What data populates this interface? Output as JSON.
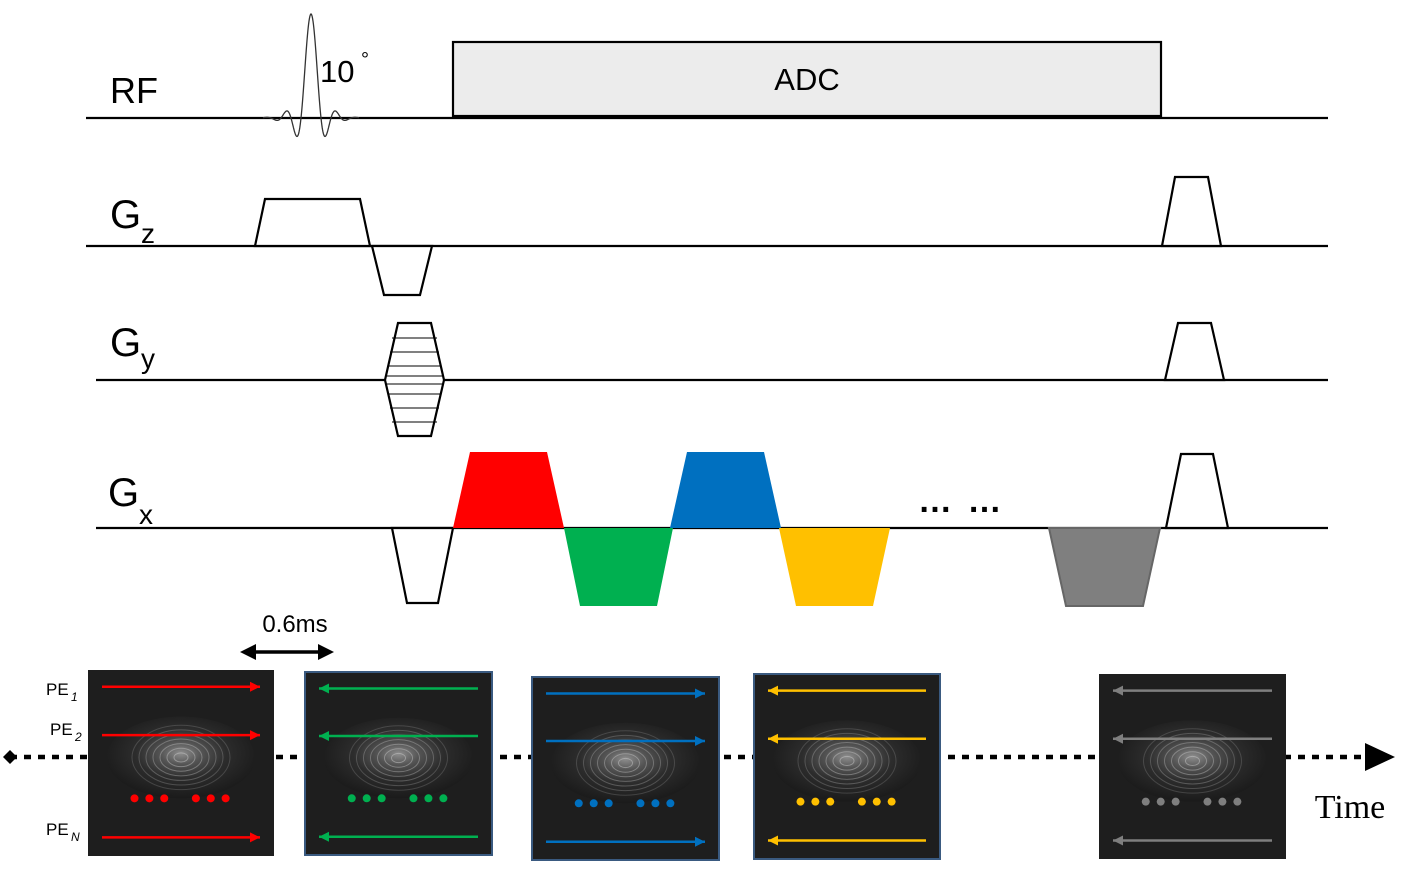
{
  "rows": {
    "rf": "RF",
    "gz": {
      "main": "G",
      "sub": "z"
    },
    "gy": {
      "main": "G",
      "sub": "y"
    },
    "gx": {
      "main": "G",
      "sub": "x"
    }
  },
  "flip_angle": {
    "value": "10",
    "unit": "°"
  },
  "adc_label": "ADC",
  "ellipsis": "… …",
  "duration_label": "0.6ms",
  "time_label": "Time",
  "pe_labels": [
    {
      "main": "PE",
      "sub": "1"
    },
    {
      "main": "PE",
      "sub": "2"
    },
    {
      "main": "PE",
      "sub": "N"
    }
  ],
  "colors": {
    "echo_1": "#ff0000",
    "echo_2": "#00b050",
    "echo_3": "#0070c0",
    "echo_4": "#ffc000",
    "echo_last": "#7f7f7f",
    "adc_fill": "#ececec"
  },
  "panels": [
    {
      "color": "#ff0000",
      "direction": "right"
    },
    {
      "color": "#00b050",
      "direction": "left"
    },
    {
      "color": "#0070c0",
      "direction": "right"
    },
    {
      "color": "#ffc000",
      "direction": "left"
    },
    {
      "color": "#7f7f7f",
      "direction": "left"
    }
  ]
}
